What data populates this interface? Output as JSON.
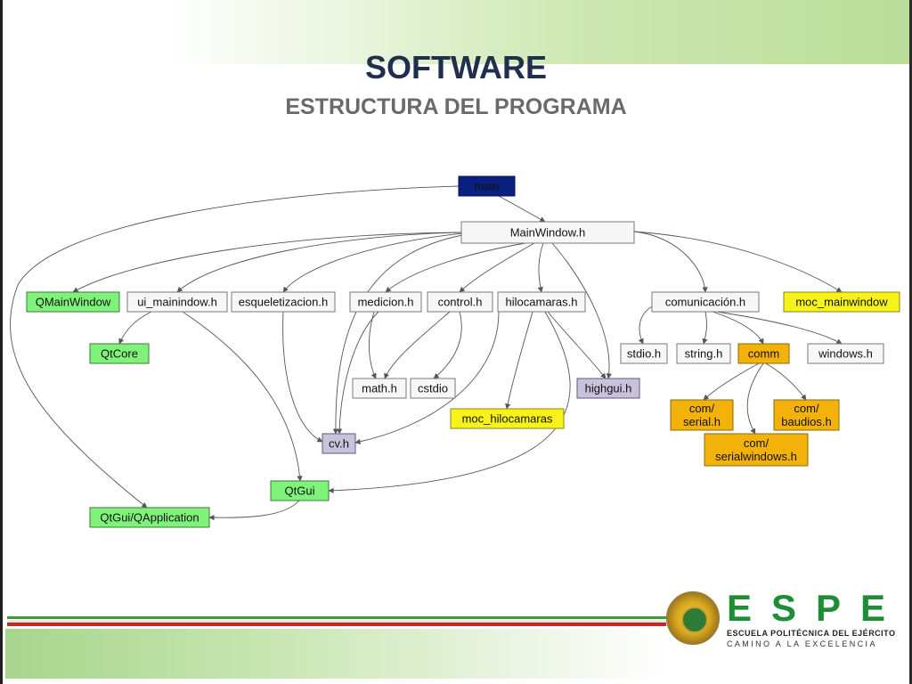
{
  "slide": {
    "title": "SOFTWARE",
    "subtitle": "ESTRUCTURA DEL PROGRAMA"
  },
  "colors": {
    "navy": "#0b1f80",
    "white": "#f7f7f7",
    "green": "#7ff27a",
    "yellow": "#f6f21a",
    "orange": "#f3b20a",
    "lavender": "#c9c2dc",
    "title": "#1f2f4d",
    "subtitle": "#6a6a6a",
    "edge": "#555555"
  },
  "diagram": {
    "nodes": [
      {
        "id": "main",
        "label": "main",
        "style": "navy"
      },
      {
        "id": "mainwindow",
        "label": "MainWindow.h",
        "style": "white"
      },
      {
        "id": "qmainwindow",
        "label": "QMainWindow",
        "style": "green"
      },
      {
        "id": "ui_mainindow",
        "label": "ui_mainindow.h",
        "style": "white"
      },
      {
        "id": "esqueletizacion",
        "label": "esqueletizacion.h",
        "style": "white"
      },
      {
        "id": "medicion",
        "label": "medicion.h",
        "style": "white"
      },
      {
        "id": "control",
        "label": "control.h",
        "style": "white"
      },
      {
        "id": "hilocamaras",
        "label": "hilocamaras.h",
        "style": "white"
      },
      {
        "id": "comunicacion",
        "label": "comunicación.h",
        "style": "white"
      },
      {
        "id": "moc_mainwindow",
        "label": "moc_mainwindow",
        "style": "yellow"
      },
      {
        "id": "qtcore",
        "label": "QtCore",
        "style": "green"
      },
      {
        "id": "stdio",
        "label": "stdio.h",
        "style": "white"
      },
      {
        "id": "string",
        "label": "string.h",
        "style": "white"
      },
      {
        "id": "comm",
        "label": "comm",
        "style": "orange"
      },
      {
        "id": "windows",
        "label": "windows.h",
        "style": "white"
      },
      {
        "id": "math",
        "label": "math.h",
        "style": "white"
      },
      {
        "id": "cstdio",
        "label": "cstdio",
        "style": "white"
      },
      {
        "id": "highgui",
        "label": "highgui.h",
        "style": "lavender"
      },
      {
        "id": "com_serial",
        "label": [
          "com/",
          "serial.h"
        ],
        "style": "orange"
      },
      {
        "id": "com_baudios",
        "label": [
          "com/",
          "baudios.h"
        ],
        "style": "orange"
      },
      {
        "id": "moc_hilocamaras",
        "label": "moc_hilocamaras",
        "style": "yellow"
      },
      {
        "id": "cv",
        "label": "cv.h",
        "style": "lavender"
      },
      {
        "id": "com_serialwindows",
        "label": [
          "com/",
          "serialwindows.h"
        ],
        "style": "orange"
      },
      {
        "id": "qtgui",
        "label": "QtGui",
        "style": "green"
      },
      {
        "id": "qtgui_qapplication",
        "label": "QtGui/QApplication",
        "style": "green"
      }
    ],
    "edges": [
      {
        "from": "main",
        "to": "mainwindow"
      },
      {
        "from": "main",
        "to": "qtgui_qapplication"
      },
      {
        "from": "mainwindow",
        "to": "qmainwindow"
      },
      {
        "from": "mainwindow",
        "to": "ui_mainindow"
      },
      {
        "from": "mainwindow",
        "to": "esqueletizacion"
      },
      {
        "from": "mainwindow",
        "to": "medicion"
      },
      {
        "from": "mainwindow",
        "to": "control"
      },
      {
        "from": "mainwindow",
        "to": "hilocamaras"
      },
      {
        "from": "mainwindow",
        "to": "comunicacion"
      },
      {
        "from": "mainwindow",
        "to": "moc_mainwindow"
      },
      {
        "from": "mainwindow",
        "to": "highgui"
      },
      {
        "from": "mainwindow",
        "to": "cv"
      },
      {
        "from": "ui_mainindow",
        "to": "qtcore"
      },
      {
        "from": "ui_mainindow",
        "to": "qtgui"
      },
      {
        "from": "esqueletizacion",
        "to": "cv"
      },
      {
        "from": "medicion",
        "to": "math"
      },
      {
        "from": "medicion",
        "to": "cv"
      },
      {
        "from": "control",
        "to": "math"
      },
      {
        "from": "control",
        "to": "cstdio"
      },
      {
        "from": "hilocamaras",
        "to": "moc_hilocamaras"
      },
      {
        "from": "hilocamaras",
        "to": "highgui"
      },
      {
        "from": "hilocamaras",
        "to": "cv"
      },
      {
        "from": "hilocamaras",
        "to": "qtgui"
      },
      {
        "from": "comunicacion",
        "to": "stdio"
      },
      {
        "from": "comunicacion",
        "to": "string"
      },
      {
        "from": "comunicacion",
        "to": "comm"
      },
      {
        "from": "comunicacion",
        "to": "windows"
      },
      {
        "from": "comm",
        "to": "com_serial"
      },
      {
        "from": "comm",
        "to": "com_baudios"
      },
      {
        "from": "comm",
        "to": "com_serialwindows"
      },
      {
        "from": "qtgui",
        "to": "qtgui_qapplication"
      }
    ]
  },
  "logo": {
    "word": "ESPE",
    "line1": "ESCUELA POLITÉCNICA DEL EJÉRCITO",
    "line2": "CAMINO A LA EXCELENCIA"
  }
}
